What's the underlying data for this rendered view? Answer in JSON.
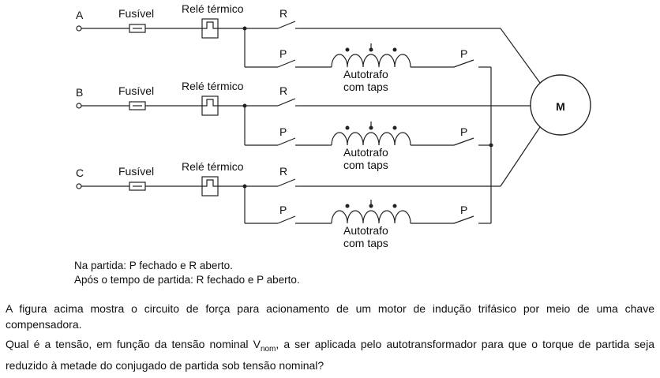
{
  "diagram": {
    "phases": [
      {
        "phase": "A",
        "fuse_label": "Fusível",
        "relay_label": "Relé térmico",
        "run_contact": "R",
        "start_contact": "P",
        "start_contact_2": "P",
        "autotrafo_line1": "Autotrafo",
        "autotrafo_line2": "com taps"
      },
      {
        "phase": "B",
        "fuse_label": "Fusível",
        "relay_label": "Relé térmico",
        "run_contact": "R",
        "start_contact": "P",
        "start_contact_2": "P",
        "autotrafo_line1": "Autotrafo",
        "autotrafo_line2": "com taps"
      },
      {
        "phase": "C",
        "fuse_label": "Fusível",
        "relay_label": "Relé térmico",
        "run_contact": "R",
        "start_contact": "P",
        "start_contact_2": "P",
        "autotrafo_line1": "Autotrafo",
        "autotrafo_line2": "com taps"
      }
    ],
    "motor_label": "M"
  },
  "notes": {
    "line1": "Na partida: P fechado e R aberto.",
    "line2": "Após o tempo de partida: R fechado e P aberto."
  },
  "question": {
    "paragraph1": "A figura acima mostra o circuito de força para acionamento de um motor de indução trifásico por meio de uma chave compensadora.",
    "paragraph2_before": "Qual é a tensão, em função da tensão nominal V",
    "paragraph2_sub": "nom",
    "paragraph2_after": ", a ser aplicada pelo autotransformador para que o torque de partida seja reduzido à metade do conjugado de partida sob tensão nominal?"
  }
}
